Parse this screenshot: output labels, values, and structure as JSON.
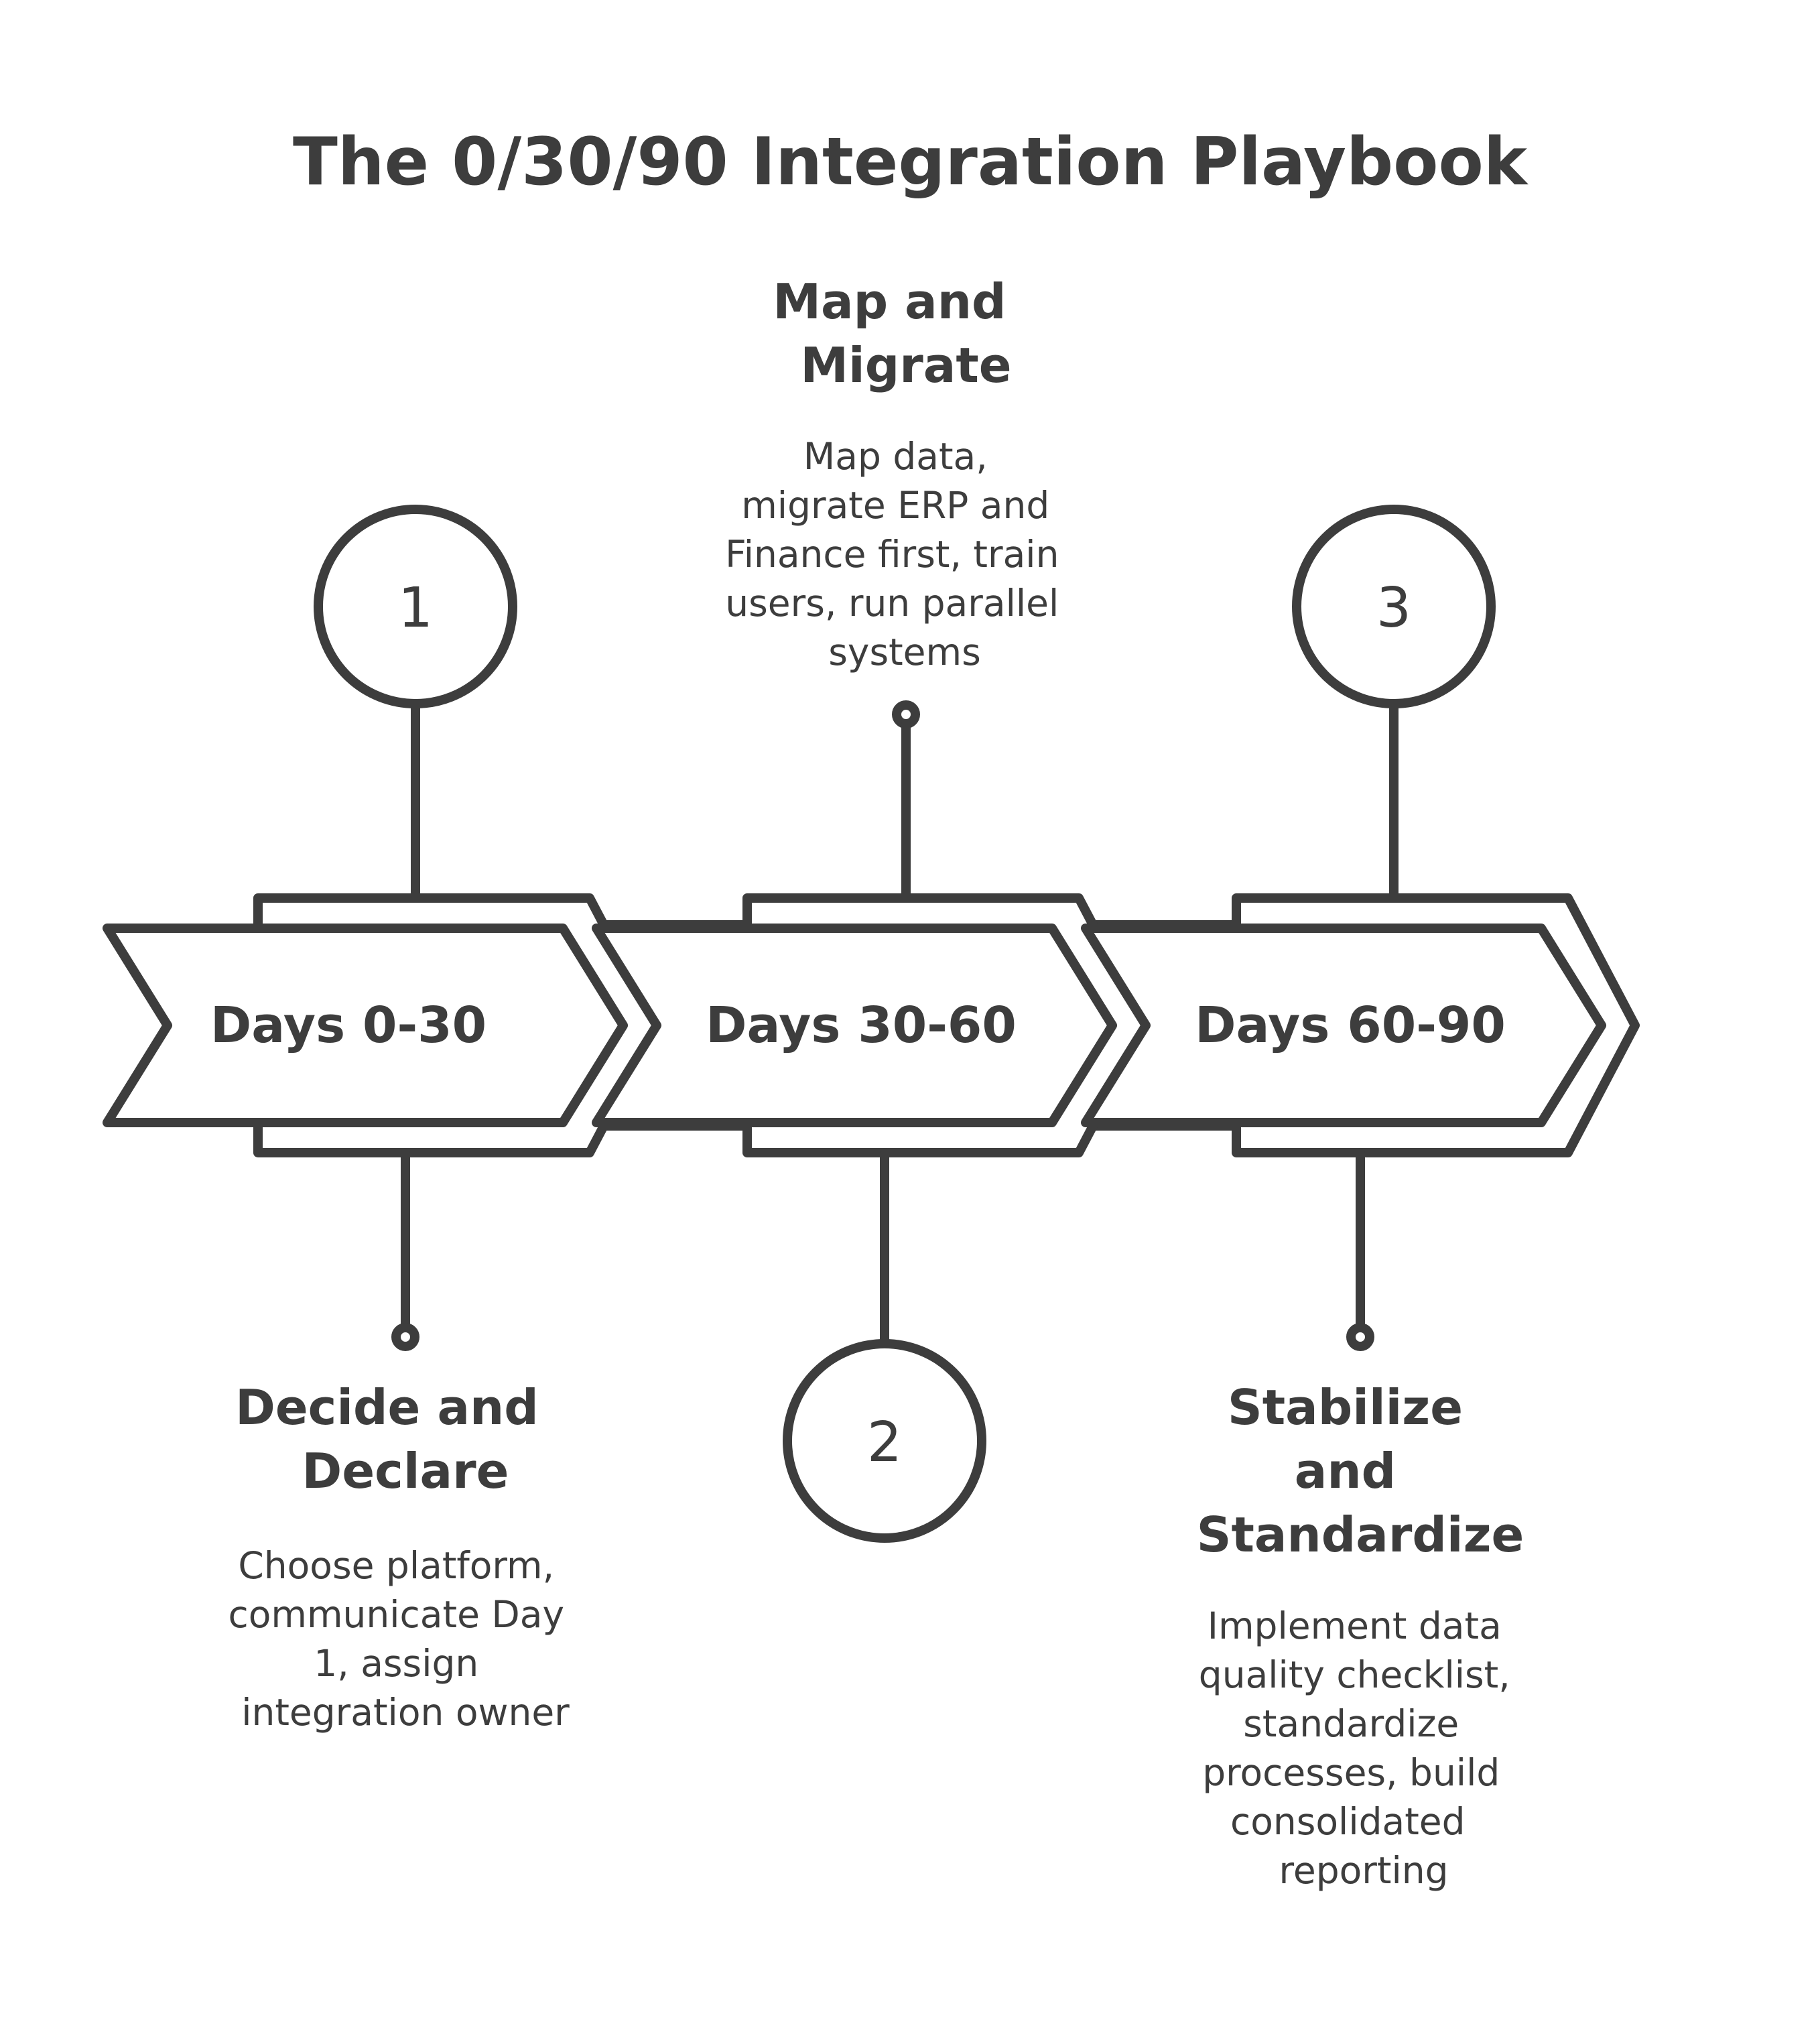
{
  "title": "The 0/30/90 Integration Playbook",
  "phases": [
    {
      "number": "1",
      "range_label": "Days 0-30",
      "heading_lines": [
        "Decide and",
        "Declare"
      ],
      "description_lines": [
        "Choose platform,",
        "communicate Day",
        "1, assign",
        "integration owner"
      ]
    },
    {
      "number": "2",
      "range_label": "Days 30-60",
      "heading_lines": [
        "Map and",
        "Migrate"
      ],
      "description_lines": [
        "Map data,",
        "migrate ERP and",
        "Finance first, train",
        "users, run parallel",
        "systems"
      ]
    },
    {
      "number": "3",
      "range_label": "Days 60-90",
      "heading_lines": [
        "Stabilize",
        "and",
        "Standardize"
      ],
      "description_lines": [
        "Implement data",
        "quality checklist,",
        "standardize",
        "processes, build",
        "consolidated",
        "reporting"
      ]
    }
  ],
  "colors": {
    "ink": "#3d3d3d",
    "background": "#ffffff"
  }
}
